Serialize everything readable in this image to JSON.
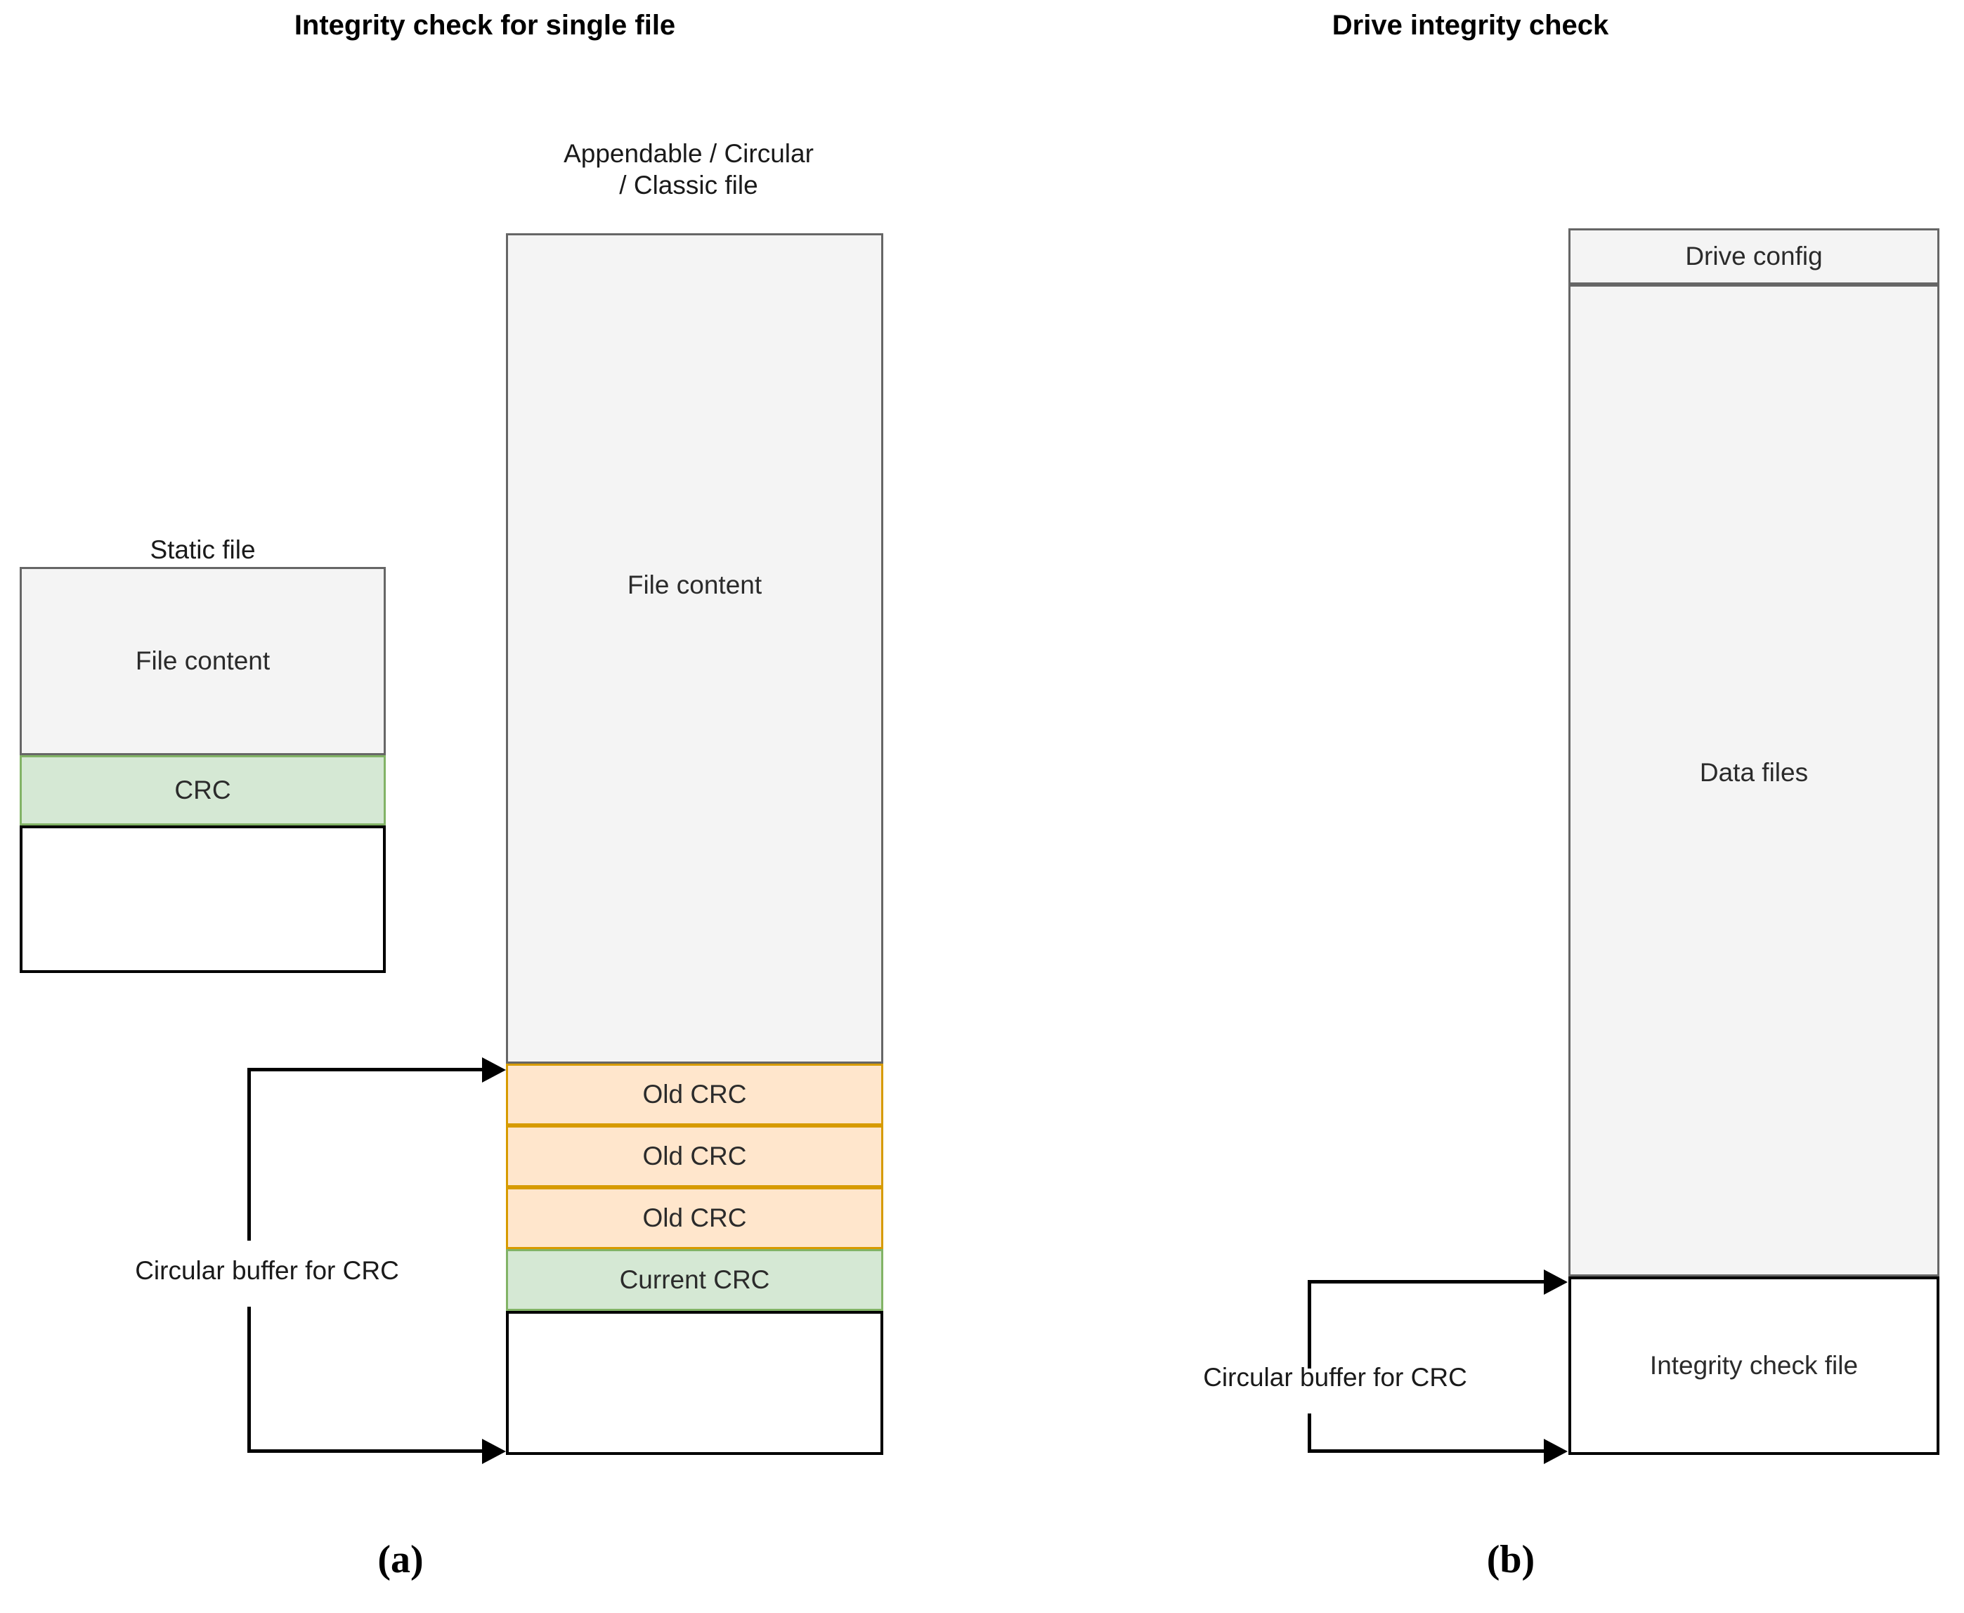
{
  "panels": {
    "a": {
      "title": "Integrity check for single file",
      "caption": "(a)",
      "static_file": {
        "label": "Static file",
        "rows": [
          {
            "text": "File content",
            "style": "grey"
          },
          {
            "text": "CRC",
            "style": "green"
          },
          {
            "text": "",
            "style": "white"
          }
        ]
      },
      "appendable_file": {
        "label": "Appendable / Circular\n/ Classic file",
        "rows": [
          {
            "text": "File content",
            "style": "grey"
          },
          {
            "text": "Old CRC",
            "style": "orange"
          },
          {
            "text": "Old CRC",
            "style": "orange"
          },
          {
            "text": "Old CRC",
            "style": "orange"
          },
          {
            "text": "Current CRC",
            "style": "green"
          },
          {
            "text": "",
            "style": "white"
          }
        ]
      },
      "buffer_label": "Circular buffer for CRC"
    },
    "b": {
      "title": "Drive integrity check",
      "caption": "(b)",
      "drive": {
        "rows": [
          {
            "text": "Drive config",
            "style": "grey"
          },
          {
            "text": "Data files",
            "style": "grey"
          },
          {
            "text": "Integrity check file",
            "style": "white"
          }
        ]
      },
      "buffer_label": "Circular buffer for CRC"
    }
  },
  "colors": {
    "grey_fill": "#f4f4f4",
    "grey_stroke": "#666666",
    "green_fill": "#d5e8d4",
    "green_stroke": "#82b366",
    "orange_fill": "#ffe6cc",
    "orange_stroke": "#d79b00",
    "white_fill": "#ffffff",
    "black_stroke": "#000000"
  }
}
